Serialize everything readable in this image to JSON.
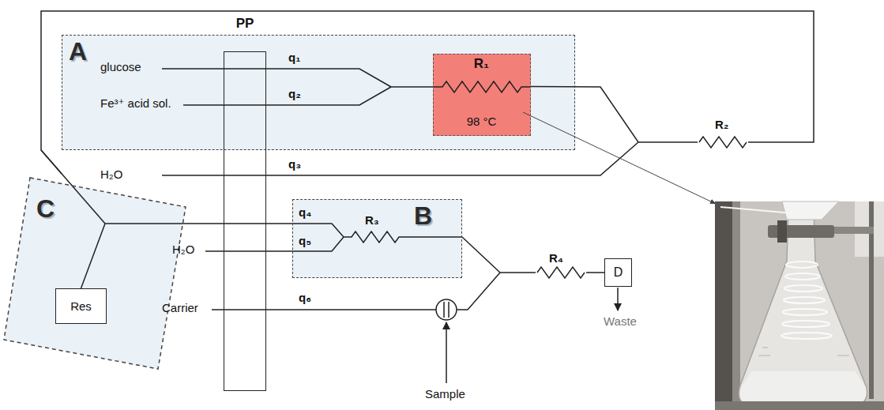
{
  "diagram": {
    "nodes": [
      {
        "text": [
          "A"
        ]
      },
      {
        "text": [
          "PP"
        ]
      },
      {
        "text": [
          "R₁",
          "98 °C"
        ],
        "in": 0
      },
      {
        "text": [
          "C"
        ]
      },
      {
        "text": [
          "Res"
        ],
        "in": 3
      },
      {
        "text": [
          "B"
        ]
      },
      {
        "text": [
          "D"
        ]
      }
    ],
    "edges": [
      {
        "from": 2,
        "to": 3,
        "arrow": "none"
      },
      {
        "from": 4,
        "to": 5,
        "arrow": "none"
      },
      {
        "from": 5,
        "to": 6,
        "arrow": "none"
      }
    ],
    "labels": [
      "glucose",
      "Fe³⁺ acid sol.",
      "H₂O",
      "q₁",
      "q₂",
      "q₃",
      "R₂",
      "H₂O",
      "q₄",
      "q₅",
      "R₃",
      "Carrier",
      "q₆",
      "R₄",
      "Sample",
      "Waste"
    ]
  }
}
